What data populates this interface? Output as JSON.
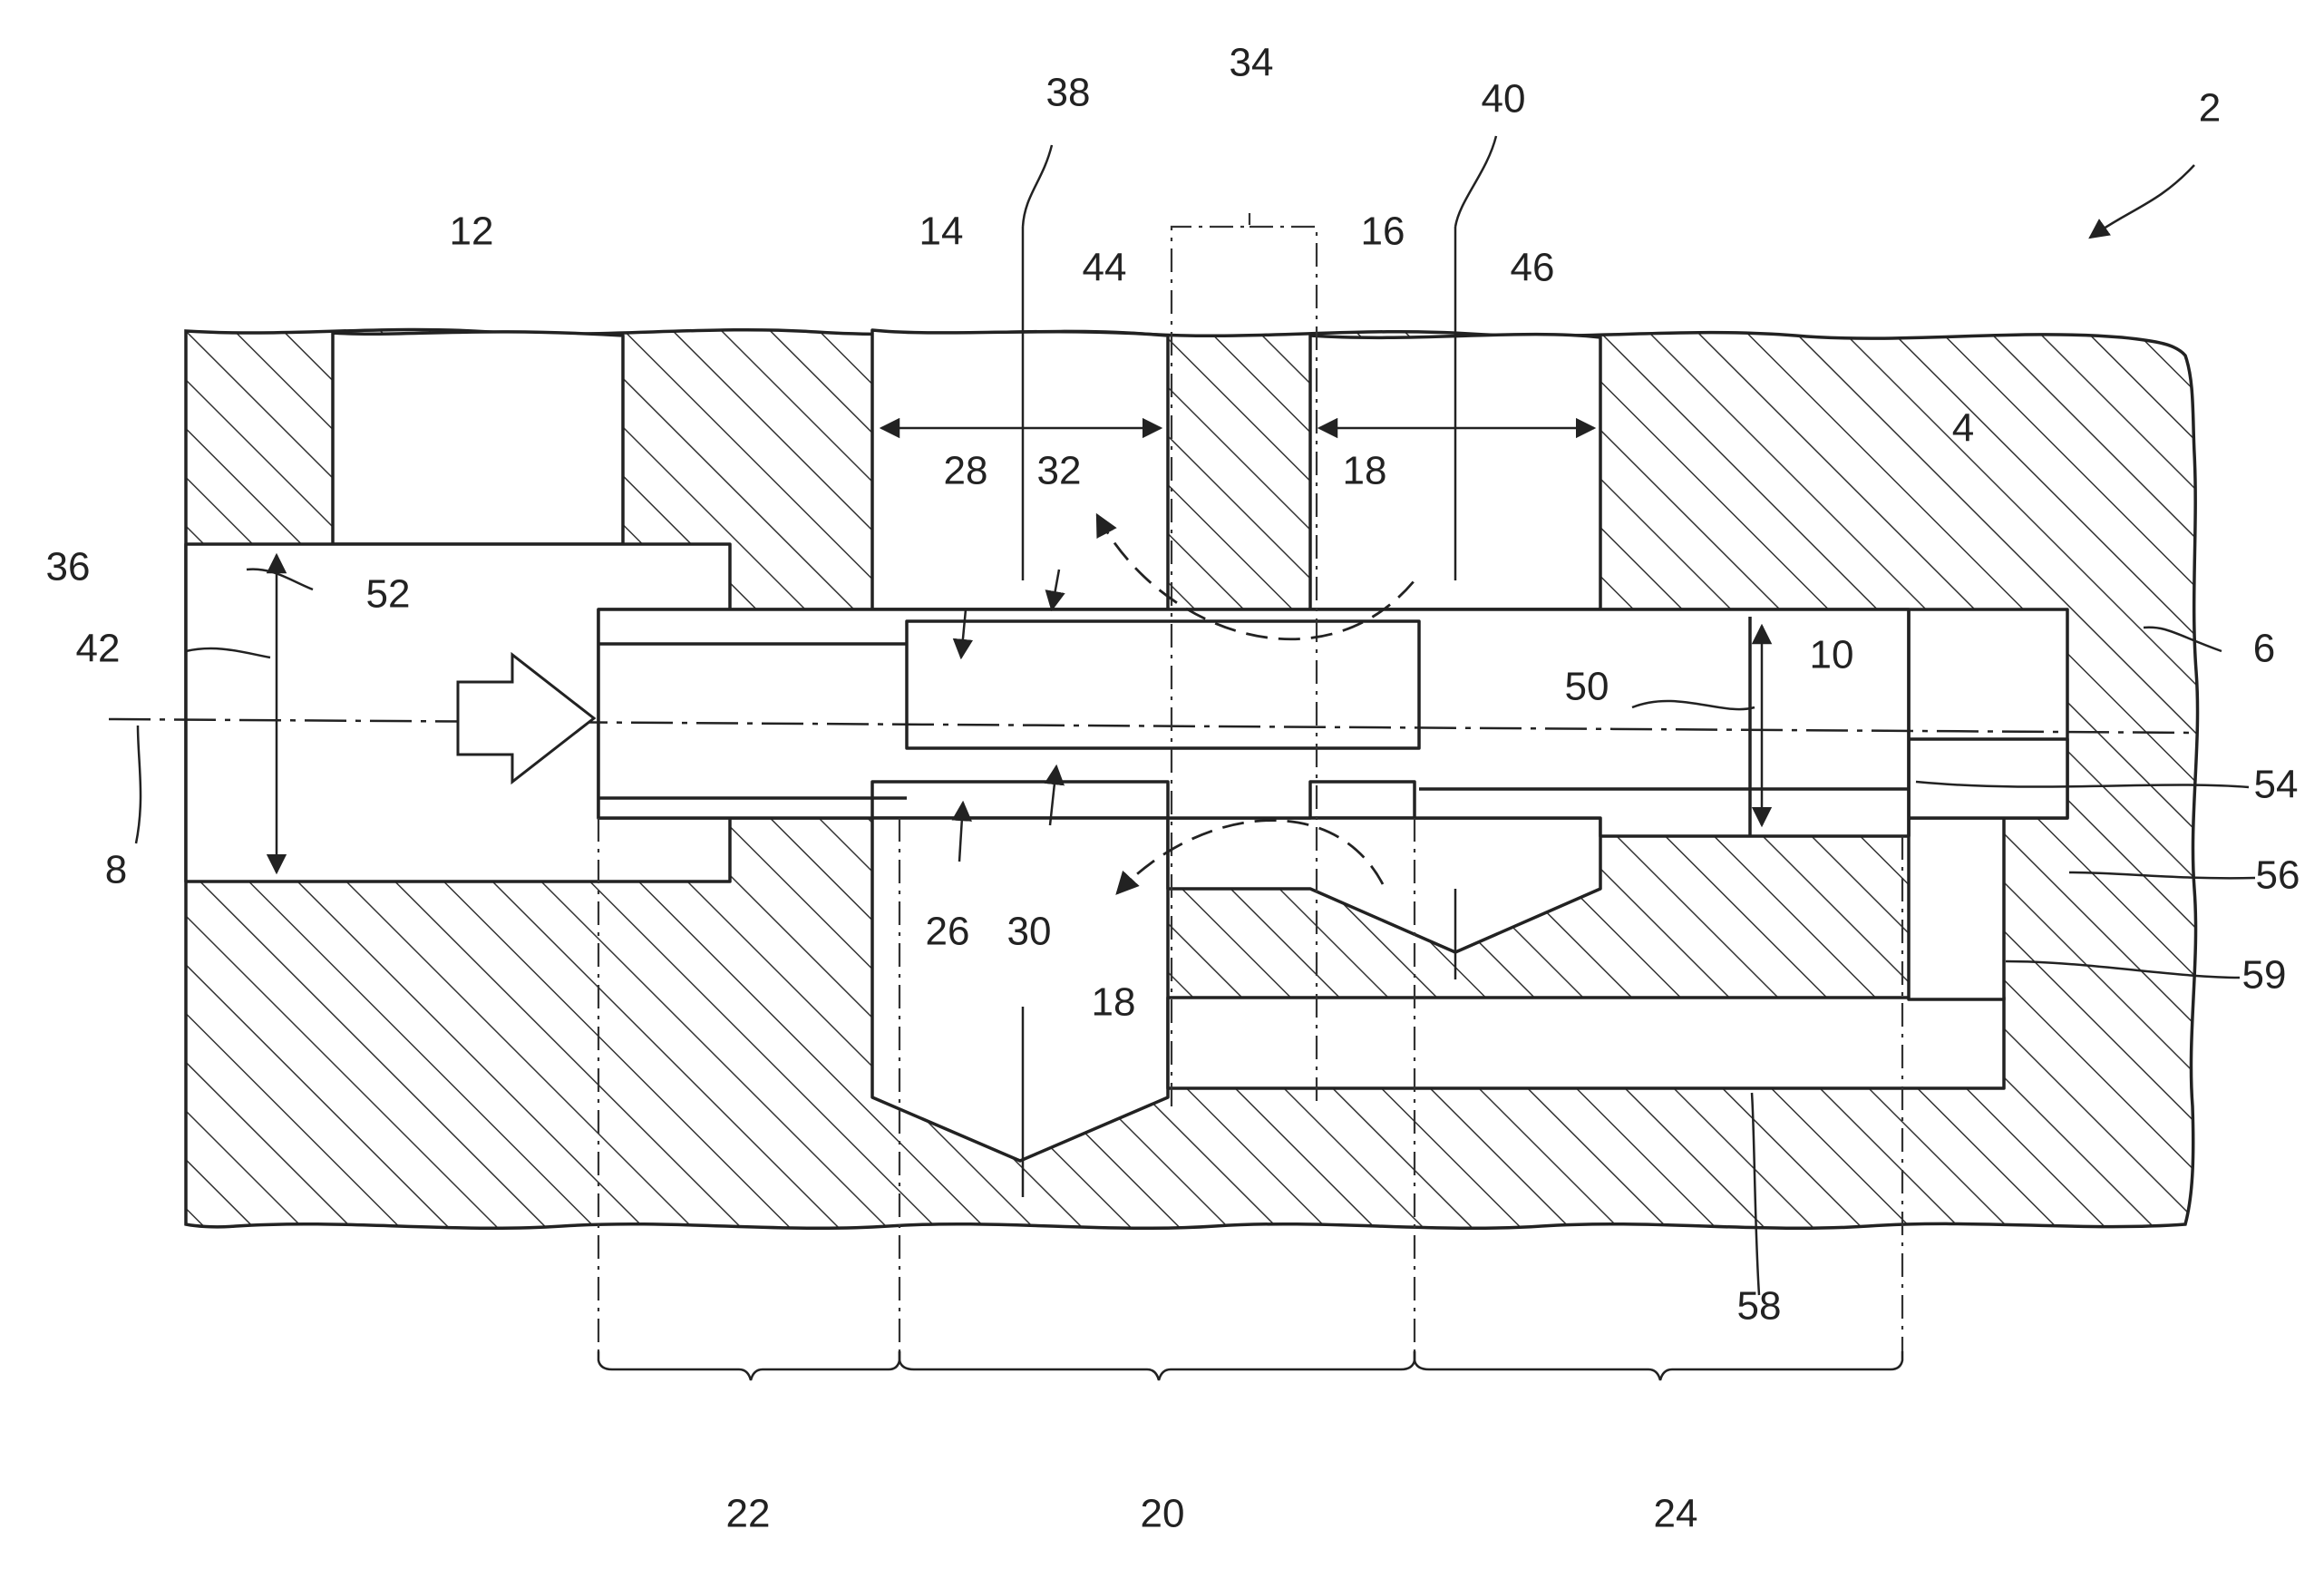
{
  "figure": {
    "labels": {
      "l2": "2",
      "l4": "4",
      "l6": "6",
      "l8": "8",
      "l10": "10",
      "l12": "12",
      "l14": "14",
      "l16": "16",
      "l18a": "18",
      "l18b": "18",
      "l20": "20",
      "l22": "22",
      "l24": "24",
      "l26": "26",
      "l28": "28",
      "l30": "30",
      "l32": "32",
      "l34": "34",
      "l36": "36",
      "l38": "38",
      "l40": "40",
      "l42": "42",
      "l44": "44",
      "l46": "46",
      "l50": "50",
      "l52": "52",
      "l54": "54",
      "l56": "56",
      "l58": "58",
      "l59": "59"
    }
  }
}
